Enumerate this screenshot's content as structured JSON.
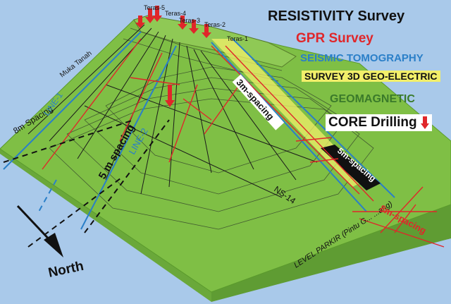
{
  "colors": {
    "background": "#a9c9ea",
    "terrain": "#7fbf45",
    "terrain_dark": "#5a9a2c",
    "resistivity": "#111111",
    "gpr": "#e0262a",
    "seismic": "#2a7fc8",
    "geoelectric": "#f2ef6a",
    "geomagnetic": "#3a7a2a",
    "core": "#e0262a"
  },
  "legend": {
    "resistivity": "RESISTIVITY Survey",
    "gpr": "GPR Survey",
    "seismic": "SEISMIC TOMOGRAPHY",
    "geoelectric": "SURVEY 3D GEO-ELECTRIC",
    "geomagnetic": "GEOMAGNETIC",
    "core": "CORE Drilling"
  },
  "terraces": [
    "Teras-5",
    "Teras-4",
    "Teras-3",
    "Teras-2",
    "Teras-1"
  ],
  "labels": {
    "ground_level": "Muka Tanah",
    "spacing_8m_left": "8m Spacing",
    "line_1": "LINE-1",
    "spacing_5m_left": "5 m spacing",
    "line_2": "LINE-2",
    "spacing_3m": "3m-spacing",
    "spacing_5m_right": "5m-spacing",
    "ns_14": "NS-14",
    "parking": "LEVEL PARKIR (Pintu G... ...ang)",
    "spacing_8m_right": "8m-spacing",
    "north": "North"
  }
}
